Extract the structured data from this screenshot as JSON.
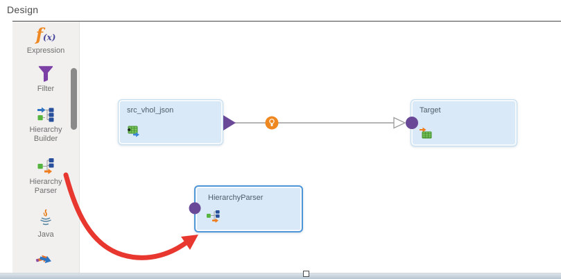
{
  "app": {
    "title": "Design"
  },
  "palette": {
    "items": [
      {
        "id": "expression",
        "label": "Expression"
      },
      {
        "id": "filter",
        "label": "Filter"
      },
      {
        "id": "hierarchy-builder",
        "label": "Hierarchy Builder"
      },
      {
        "id": "hierarchy-parser",
        "label": "Hierarchy Parser"
      },
      {
        "id": "java",
        "label": "Java"
      },
      {
        "id": "joiner",
        "label": ""
      }
    ]
  },
  "icons": {
    "expression_f": "f",
    "expression_x": "(x)"
  },
  "canvas": {
    "nodes": [
      {
        "id": "source",
        "label": "src_vhol_json",
        "type": "source"
      },
      {
        "id": "target",
        "label": "Target",
        "type": "target"
      },
      {
        "id": "parser",
        "label": "HierarchyParser",
        "type": "hierarchy-parser",
        "selected": true
      }
    ],
    "connection": {
      "from": "src_vhol_json",
      "to": "Target",
      "hint": "recommendation-bulb"
    },
    "annotation": {
      "type": "red-arrow",
      "from": "palette-item-hierarchy-parser",
      "to": "node-hierarchyparser"
    }
  },
  "colors": {
    "accent_purple": "#6a4898",
    "node_fill": "#d9e9f7",
    "selected_border": "#4f96d8",
    "recommendation_orange": "#f08821",
    "annotation_red": "#e8372f"
  }
}
